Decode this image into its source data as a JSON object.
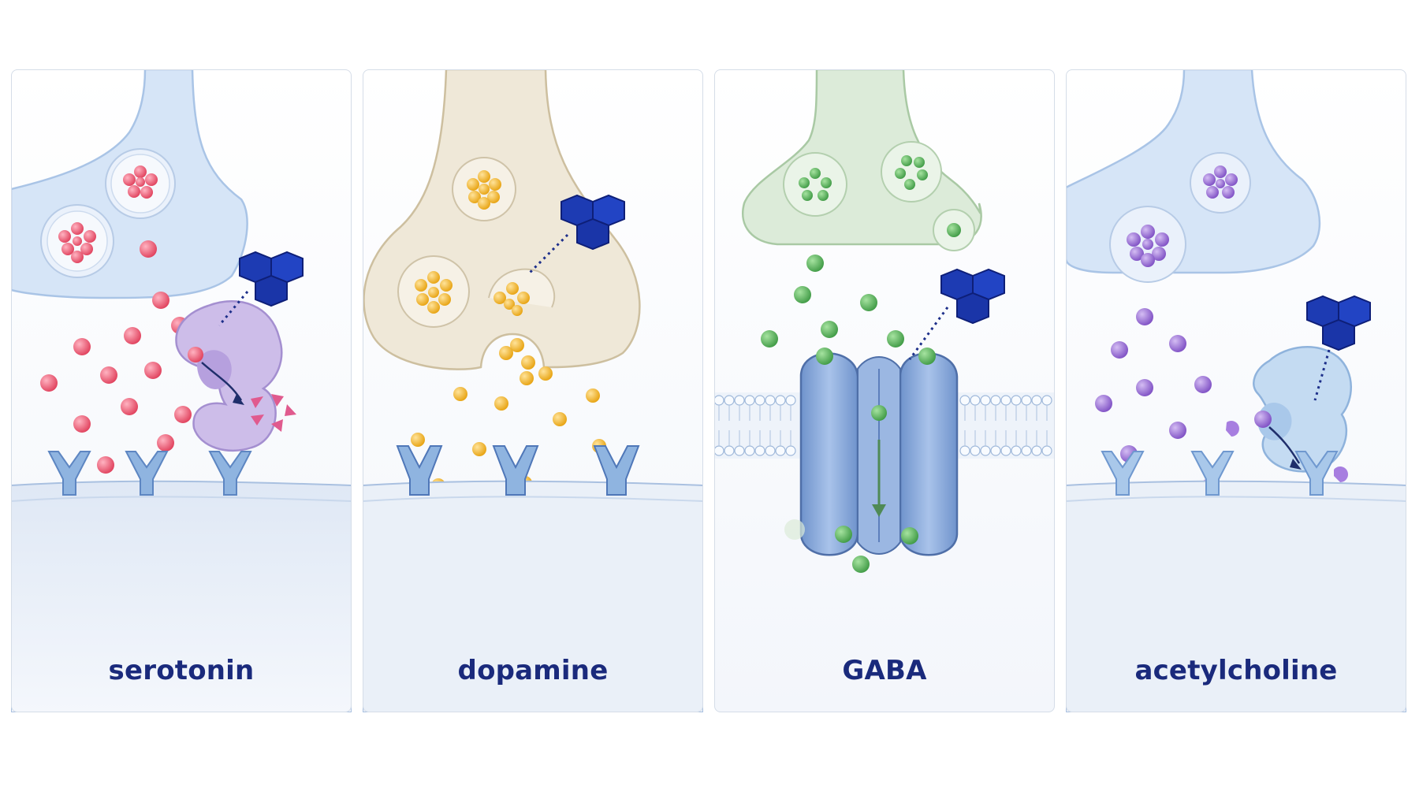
{
  "panels": [
    {
      "id": "serotonin",
      "label": "serotonin",
      "neurotransmitter_color": "#e8566f",
      "terminal_color": "#d6e5f7",
      "mechanism": "enzyme-degradation",
      "enzyme_color": "#cdbde9",
      "inhibitor_icon": "hexagon-cluster-icon",
      "receptor_count": 3
    },
    {
      "id": "dopamine",
      "label": "dopamine",
      "neurotransmitter_color": "#f2b62a",
      "terminal_color": "#efe8d8",
      "mechanism": "vesicle-release",
      "inhibitor_icon": "hexagon-cluster-icon",
      "receptor_count": 3
    },
    {
      "id": "gaba",
      "label": "GABA",
      "neurotransmitter_color": "#5cb85c",
      "terminal_color": "#dcebd9",
      "mechanism": "ion-channel",
      "inhibitor_icon": "hexagon-cluster-icon",
      "receptor_count": 0
    },
    {
      "id": "acetylcholine",
      "label": "acetylcholine",
      "neurotransmitter_color": "#9b6fd4",
      "terminal_color": "#d6e5f7",
      "mechanism": "enzyme-degradation",
      "enzyme_color": "#c4dbf2",
      "inhibitor_icon": "hexagon-cluster-icon",
      "receptor_count": 3
    }
  ],
  "colors": {
    "inhibitor": "#1d3bb3",
    "label": "#1a2a7c",
    "frame": "#d5dde8",
    "receptor": "#8fb4e0"
  }
}
